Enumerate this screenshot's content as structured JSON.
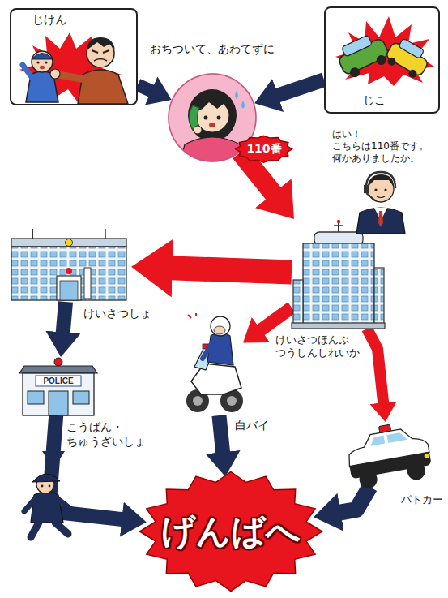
{
  "diagram": {
    "nodes": [
      {
        "text": [
          "じけん"
        ]
      },
      {
        "text": [
          "じこ"
        ]
      },
      {
        "text": [
          "おちついて、あわてずに"
        ]
      },
      {
        "text": [
          "110番"
        ]
      },
      {
        "text": [
          "けいさつほんぶ つうしんしれいか"
        ]
      },
      {
        "text": [
          "けいさつしょ"
        ]
      },
      {
        "text": [
          "白バイ"
        ]
      },
      {
        "text": [
          "こうばん・ ちゅうざいしょ"
        ]
      },
      {
        "text": [
          "パトカー"
        ]
      },
      {
        "text": [
          "げんばへ"
        ]
      }
    ],
    "edges": [
      {
        "from": 0,
        "to": 2,
        "arrow": "to"
      },
      {
        "from": 1,
        "to": 2,
        "arrow": "to"
      },
      {
        "from": 2,
        "to": 4,
        "arrow": "to"
      },
      {
        "from": 4,
        "to": 5,
        "arrow": "to"
      },
      {
        "from": 4,
        "to": 6,
        "arrow": "to"
      },
      {
        "from": 4,
        "to": 8,
        "arrow": "to"
      },
      {
        "from": 5,
        "to": 7,
        "arrow": "to"
      },
      {
        "from": 7,
        "to": 9,
        "arrow": "to"
      },
      {
        "from": 6,
        "to": 9,
        "arrow": "to"
      },
      {
        "from": 8,
        "to": 9,
        "arrow": "to"
      }
    ],
    "labels": [
      "はい！ こちらは110番です。 何かありましたか。",
      "POLICE"
    ]
  }
}
